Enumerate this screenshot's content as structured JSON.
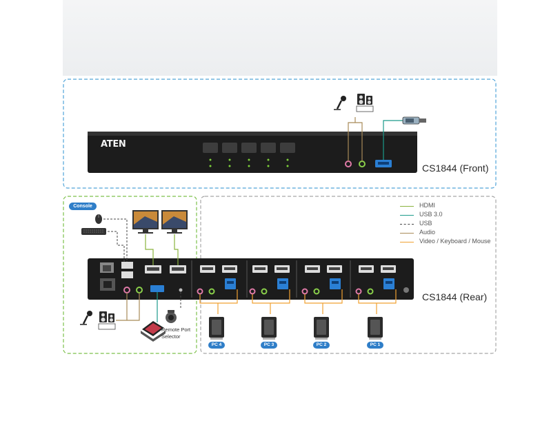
{
  "front": {
    "brand": "ATEN",
    "model_label": "CS1844 (Front)"
  },
  "rear": {
    "model_label": "CS1844 (Rear)"
  },
  "console_label": "Console",
  "remote_port_selector": [
    "Remote Port",
    "Selector"
  ],
  "legend": [
    {
      "label": "HDMI",
      "color": "#8ab33d",
      "dashed": false
    },
    {
      "label": "USB 3.0",
      "color": "#1a9a8a",
      "dashed": false
    },
    {
      "label": "USB",
      "color": "#444444",
      "dashed": true
    },
    {
      "label": "Audio",
      "color": "#a88a58",
      "dashed": false
    },
    {
      "label": "Video / Keyboard / Mouse",
      "color": "#f0a030",
      "dashed": false
    }
  ],
  "pcs": [
    "PC 4",
    "PC 3",
    "PC 2",
    "PC 1"
  ],
  "colors": {
    "front_border": "#4fa3d8",
    "console_border": "#7cc04a",
    "pc_border": "#a6a6a6",
    "device_body": "#1c1c1c",
    "badge": "#2f7ec8",
    "led": "#7dcf3a",
    "mic_port": "#e07aa8",
    "line_port": "#8ad04a",
    "usb3_port": "#2a7fd4"
  }
}
